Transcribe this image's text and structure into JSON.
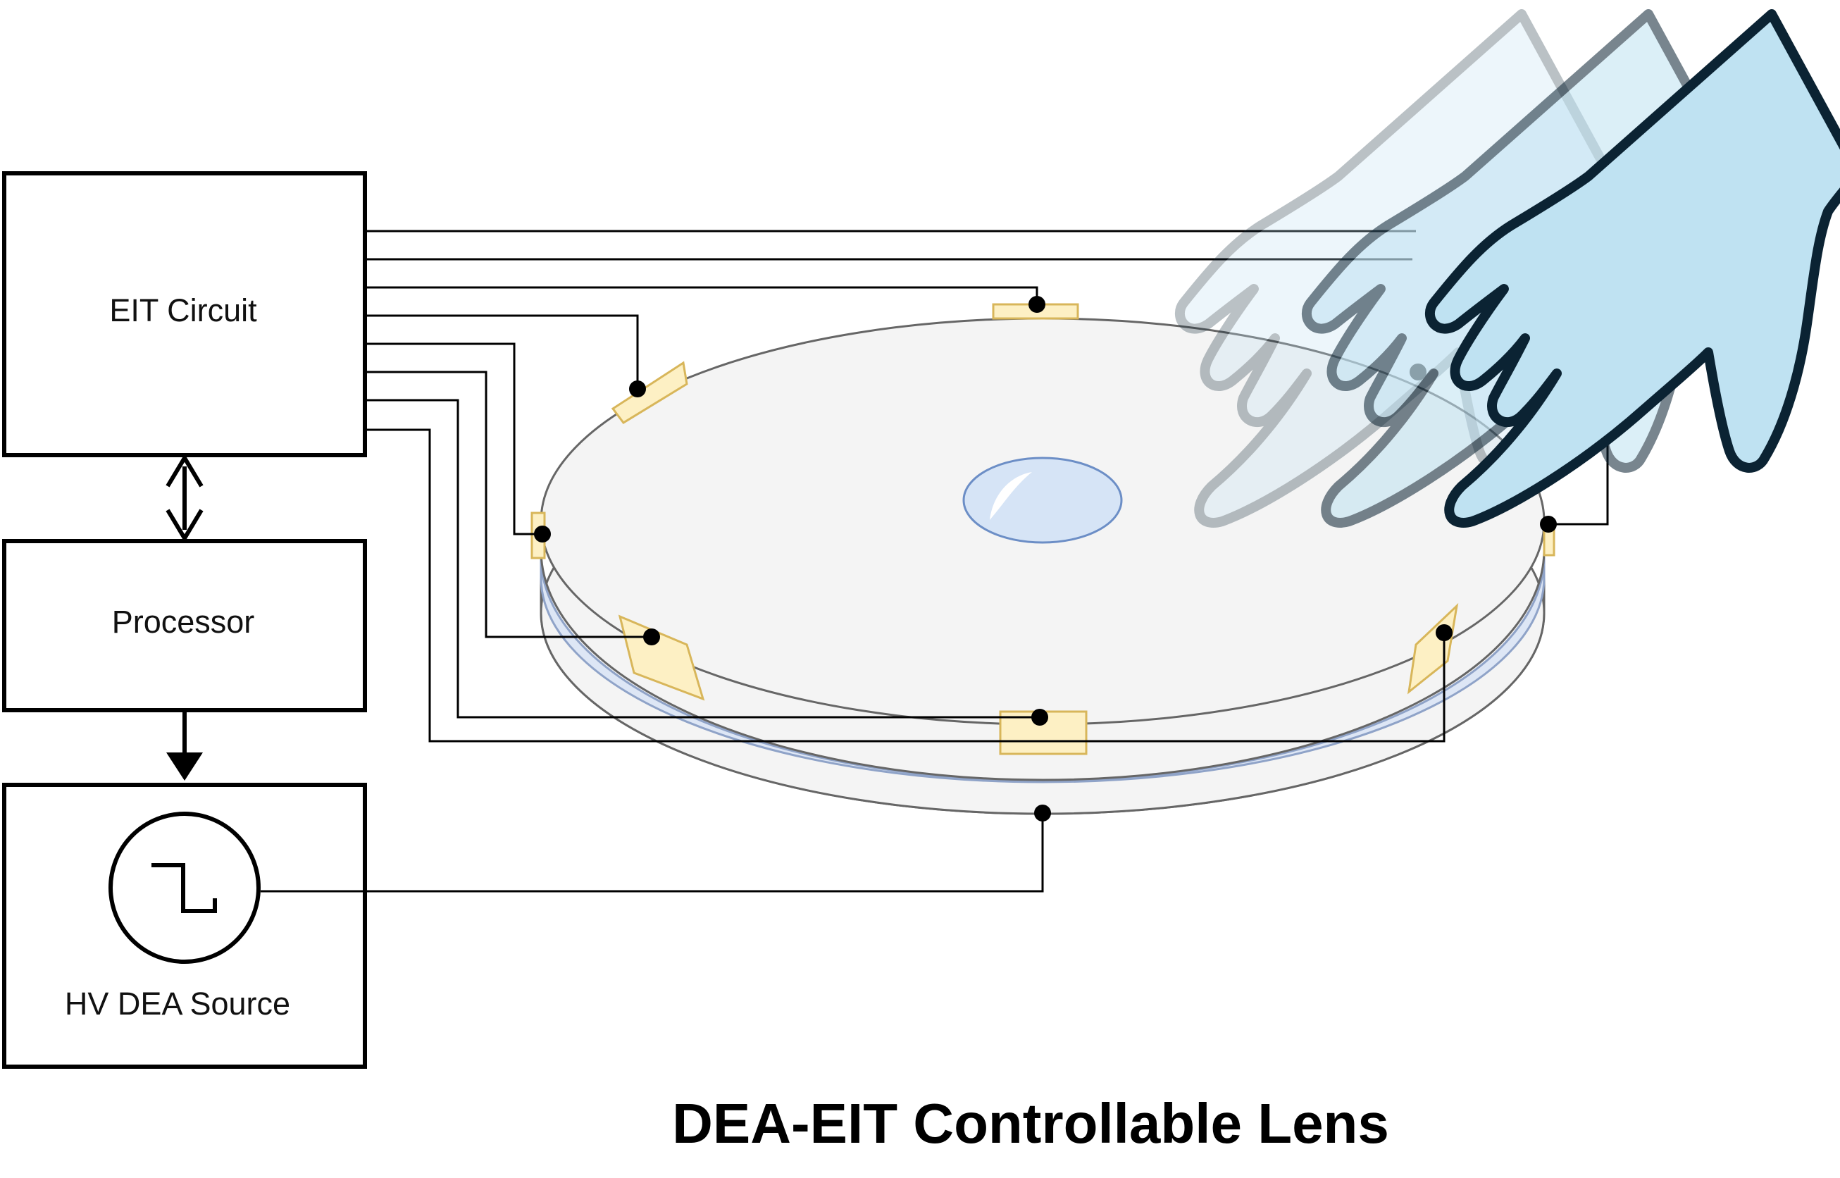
{
  "blocks": {
    "eit": "EIT Circuit",
    "processor": "Processor",
    "hv_source": "HV DEA Source"
  },
  "title": "DEA-EIT Controllable Lens",
  "colors": {
    "outline": "#000000",
    "disk_fill": "#f4f4f4",
    "disk_stroke": "#666666",
    "dielectric_layer": "#dde6f5",
    "electrode_fill": "#fdf0c4",
    "electrode_stroke": "#d8b65a",
    "lens_fill": "#d6e4f6",
    "lens_stroke": "#6c8ec6",
    "hand_fill": "#bfe2f2",
    "hand_stroke": "#0b2333"
  },
  "icons": {
    "waveform": "square-wave-icon",
    "hand": "pointing-hand-icon"
  }
}
